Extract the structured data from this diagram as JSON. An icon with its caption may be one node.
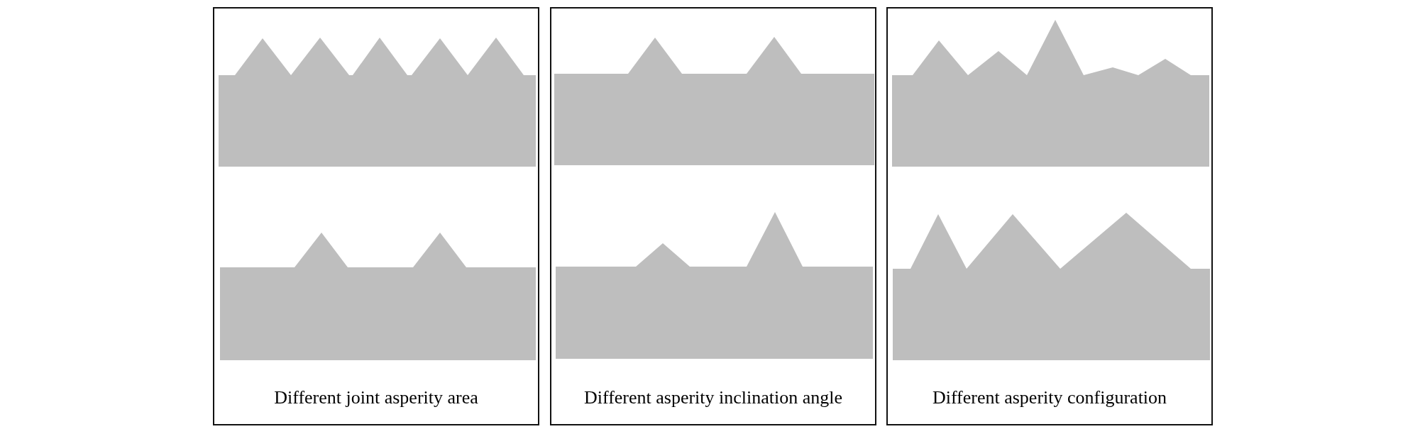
{
  "diagram": {
    "nodes": [
      {
        "text": [
          "Different joint asperity area"
        ]
      },
      {
        "text": [
          "Different asperity inclination angle"
        ]
      },
      {
        "text": [
          "Different asperity configuration"
        ]
      }
    ]
  }
}
